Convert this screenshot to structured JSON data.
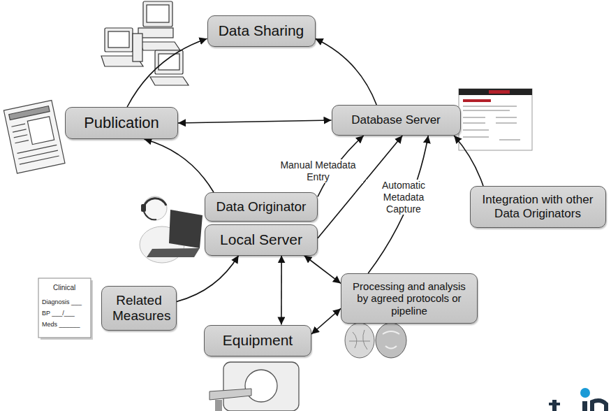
{
  "diagram": {
    "nodes": [
      {
        "text": [
          "Data Sharing"
        ]
      },
      {
        "text": [
          "Publication"
        ]
      },
      {
        "text": [
          "Database Server"
        ]
      },
      {
        "text": [
          "Data Originator"
        ]
      },
      {
        "text": [
          "Local Server"
        ]
      },
      {
        "text": [
          "Integration with other Data Originators"
        ]
      },
      {
        "text": [
          "Related Measures"
        ]
      },
      {
        "text": [
          "Equipment"
        ]
      },
      {
        "text": [
          "Processing and analysis by agreed protocols or pipeline"
        ]
      }
    ],
    "edges": [
      {
        "from": 1,
        "to": 0,
        "arrow": "to"
      },
      {
        "from": 2,
        "to": 0,
        "arrow": "to"
      },
      {
        "from": 1,
        "to": 2,
        "arrow": "both"
      },
      {
        "from": 3,
        "to": 1,
        "arrow": "to"
      },
      {
        "from": 3,
        "to": 2,
        "label": "Manual Metadata Entry",
        "arrow": "to"
      },
      {
        "from": 4,
        "to": 2,
        "arrow": "to"
      },
      {
        "from": 8,
        "to": 2,
        "label": "Automatic Metadata Capture",
        "arrow": "to"
      },
      {
        "from": 5,
        "to": 2,
        "arrow": "to"
      },
      {
        "from": 6,
        "to": 4,
        "arrow": "to"
      },
      {
        "from": 4,
        "to": 7,
        "arrow": "both"
      },
      {
        "from": 4,
        "to": 8,
        "arrow": "both"
      },
      {
        "from": 7,
        "to": 8,
        "arrow": "both"
      }
    ],
    "labels": [
      "Clinical",
      "Diagnosis ___",
      "BP ___/___",
      "Meds ______"
    ]
  }
}
